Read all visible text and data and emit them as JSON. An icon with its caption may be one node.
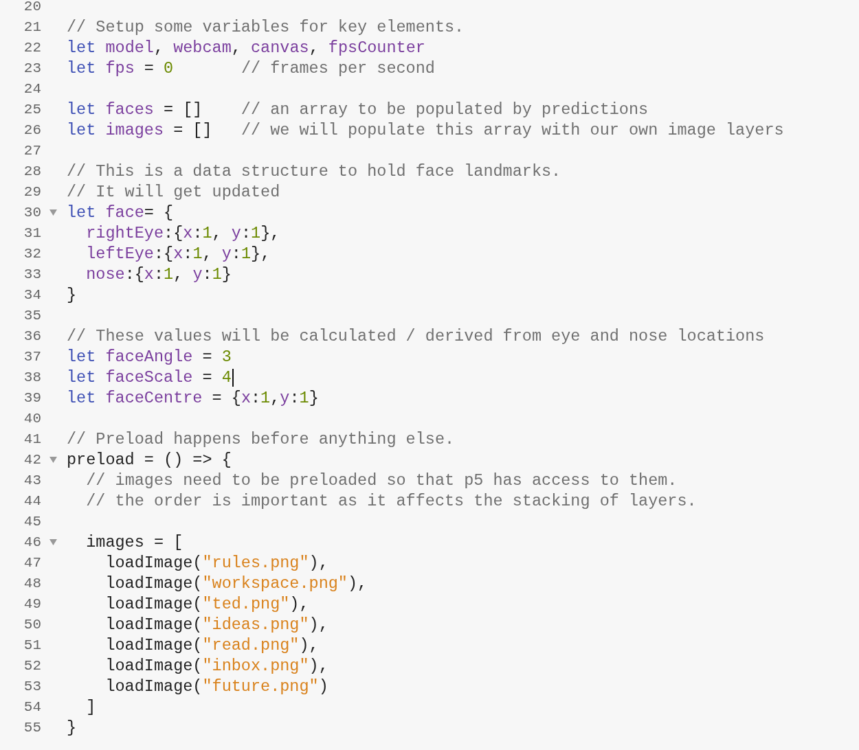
{
  "diagram": {
    "labels": [
      "20",
      "21",
      "// Setup some variables for key elements.",
      "22",
      "let model, webcam, canvas, fpsCounter",
      "23",
      "let fps = 0       // frames per second",
      "24",
      "25",
      "let faces = []    // an array to be populated by predictions",
      "26",
      "let images = []   // we will populate this array with our own image layers",
      "27",
      "28",
      "// This is a data structure to hold face landmarks.",
      "29",
      "// It will get updated",
      "30",
      "let face= {",
      "31",
      "  rightEye:{x:1, y:1},",
      "32",
      "  leftEye:{x:1, y:1},",
      "33",
      "  nose:{x:1, y:1}",
      "34",
      "}",
      "35",
      "36",
      "// These values will be calculated / derived from eye and nose locations",
      "37",
      "let faceAngle = 3",
      "38",
      "let faceScale = 4",
      "39",
      "let faceCentre = {x:1,y:1}",
      "40",
      "41",
      "// Preload happens before anything else.",
      "42",
      "preload = () => {",
      "43",
      "  // images need to be preloaded so that p5 has access to them.",
      "44",
      "  // the order is important as it affects the stacking of layers.",
      "45",
      "46",
      "  images = [",
      "47",
      "    loadImage(\"rules.png\"),",
      "48",
      "    loadImage(\"workspace.png\"),",
      "49",
      "    loadImage(\"ted.png\"),",
      "50",
      "    loadImage(\"ideas.png\"),",
      "51",
      "    loadImage(\"read.png\"),",
      "52",
      "    loadImage(\"inbox.png\"),",
      "53",
      "    loadImage(\"future.png\")",
      "54",
      "  ]",
      "55",
      "}"
    ]
  }
}
